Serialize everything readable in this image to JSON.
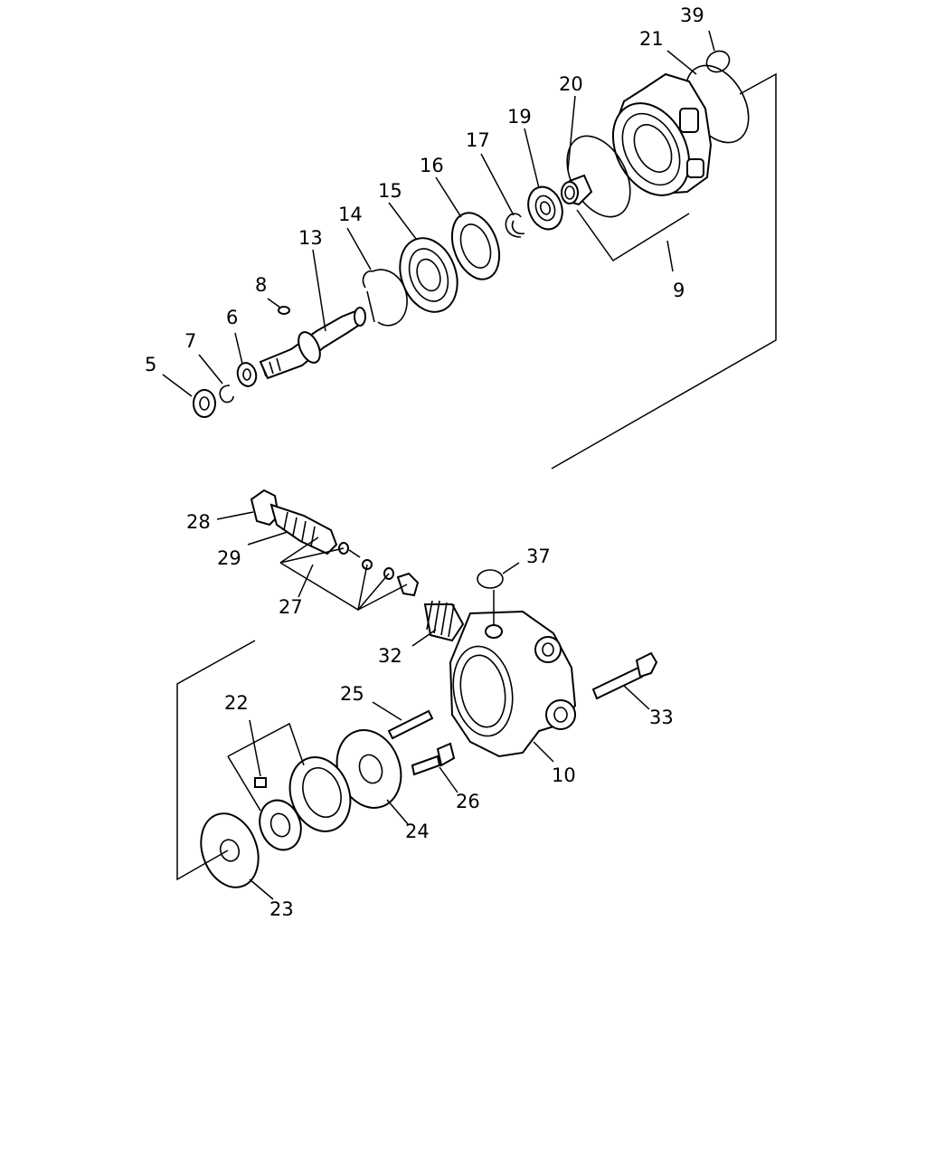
{
  "diagram": {
    "labels": {
      "p5": "5",
      "p6": "6",
      "p7": "7",
      "p8": "8",
      "p9": "9",
      "p10": "10",
      "p13": "13",
      "p14": "14",
      "p15": "15",
      "p16": "16",
      "p17": "17",
      "p19": "19",
      "p20": "20",
      "p21": "21",
      "p22": "22",
      "p23": "23",
      "p24": "24",
      "p25": "25",
      "p26": "26",
      "p27": "27",
      "p28": "28",
      "p29": "29",
      "p32": "32",
      "p33": "33",
      "p37": "37",
      "p39": "39"
    }
  }
}
